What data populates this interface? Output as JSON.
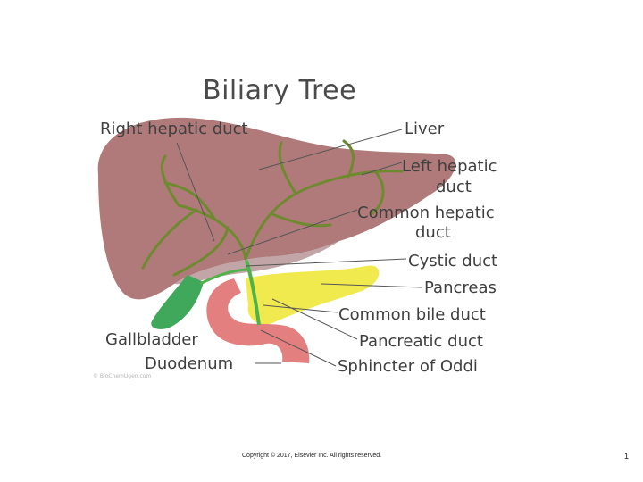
{
  "slide": {
    "title": "Biliary Tree",
    "labels": {
      "right_hepatic_duct": "Right hepatic duct",
      "liver": "Liver",
      "left_hepatic_duct_line1": "Left hepatic",
      "left_hepatic_duct_line2": "duct",
      "common_hepatic_duct_line1": "Common hepatic",
      "common_hepatic_duct_line2": "duct",
      "cystic_duct": "Cystic duct",
      "pancreas": "Pancreas",
      "common_bile_duct": "Common bile duct",
      "pancreatic_duct": "Pancreatic duct",
      "sphincter_of_oddi": "Sphincter of  Oddi",
      "gallbladder": "Gallbladder",
      "duodenum": "Duodenum"
    },
    "watermark": "© BioChemUgen.com",
    "copyright": "Copyright © 2017, Elsevier Inc. All rights reserved.",
    "page_number": "1"
  },
  "colors": {
    "liver": "#b07a7a",
    "liver_shadow": "#8f5d5e",
    "ducts": "#6e8a2e",
    "gallbladder": "#3fa85a",
    "pancreas": "#f1ea4f",
    "duodenum": "#e47f7f",
    "bile_duct": "#4fb24a",
    "leader_lines": "#555555"
  }
}
